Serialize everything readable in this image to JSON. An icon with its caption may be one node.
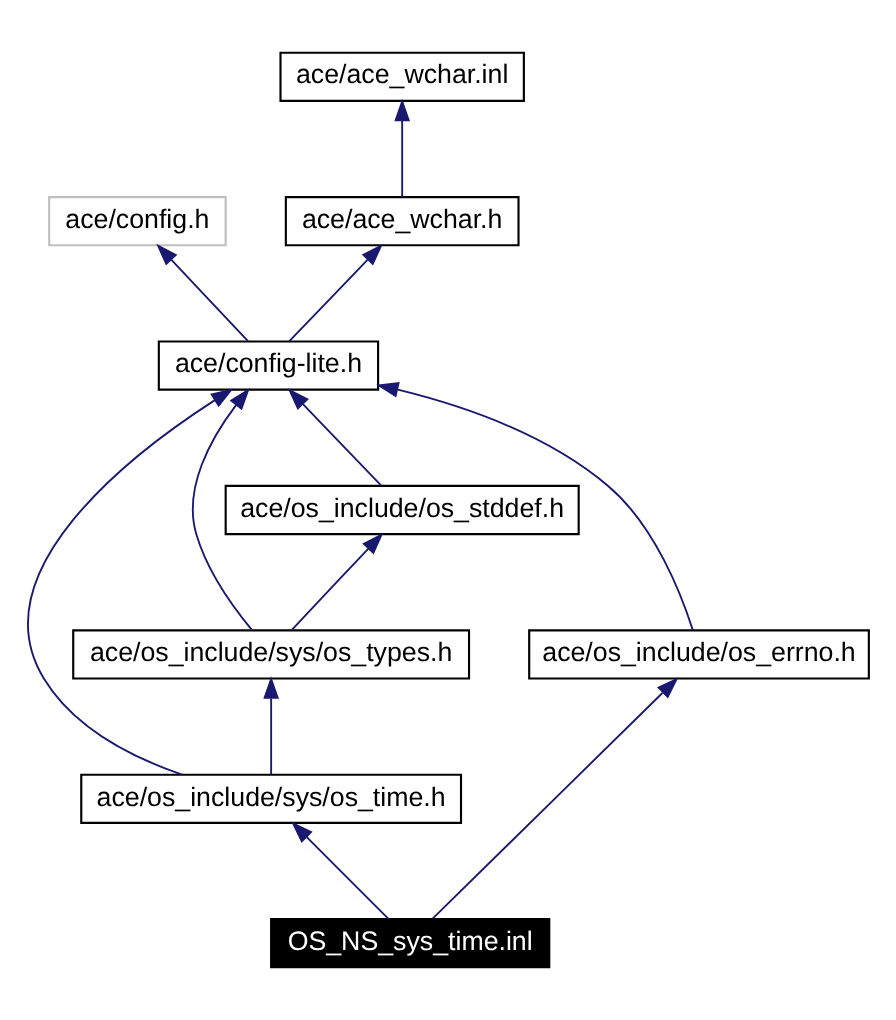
{
  "diagram": {
    "nodes": [
      {
        "text": [
          "ace/ace_wchar.inl"
        ]
      },
      {
        "text": [
          "ace/config.h"
        ]
      },
      {
        "text": [
          "ace/ace_wchar.h"
        ]
      },
      {
        "text": [
          "ace/config-lite.h"
        ]
      },
      {
        "text": [
          "ace/os_include/os_stddef.h"
        ]
      },
      {
        "text": [
          "ace/os_include/sys/os_types.h"
        ]
      },
      {
        "text": [
          "ace/os_include/os_errno.h"
        ]
      },
      {
        "text": [
          "ace/os_include/sys/os_time.h"
        ]
      },
      {
        "text": [
          "OS_NS_sys_time.inl"
        ]
      }
    ],
    "edges": [
      {
        "from": 8,
        "to": 7,
        "arrow": "to"
      },
      {
        "from": 8,
        "to": 6,
        "arrow": "to"
      },
      {
        "from": 7,
        "to": 3,
        "arrow": "to"
      },
      {
        "from": 7,
        "to": 5,
        "arrow": "to"
      },
      {
        "from": 5,
        "to": 3,
        "arrow": "to"
      },
      {
        "from": 5,
        "to": 4,
        "arrow": "to"
      },
      {
        "from": 4,
        "to": 3,
        "arrow": "to"
      },
      {
        "from": 6,
        "to": 3,
        "arrow": "to"
      },
      {
        "from": 3,
        "to": 1,
        "arrow": "to"
      },
      {
        "from": 3,
        "to": 2,
        "arrow": "to"
      },
      {
        "from": 2,
        "to": 0,
        "arrow": "to"
      }
    ]
  }
}
